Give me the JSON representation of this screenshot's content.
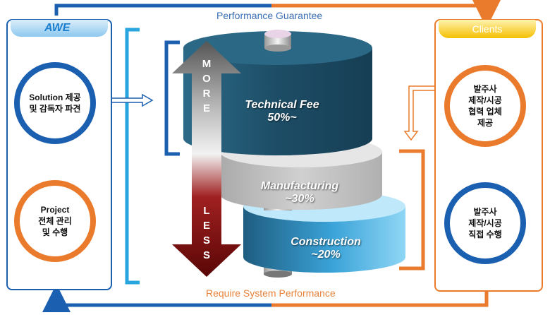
{
  "top_label": "Performance Guarantee",
  "bottom_label": "Require System Performance",
  "logo": {
    "text": "AWE"
  },
  "clients": {
    "title": "Clients"
  },
  "left_circles": [
    {
      "line1": "Solution 제공",
      "line2": "및 감독자 파견"
    },
    {
      "line1": "Project",
      "line2": "전체 관리",
      "line3": "및 수행"
    }
  ],
  "right_circles": [
    {
      "line1": "발주사",
      "line2": "제작/시공",
      "line3": "협력 업체",
      "line4": "제공"
    },
    {
      "line1": "발주사",
      "line2": "제작/시공",
      "line3": "직접 수행"
    }
  ],
  "tiers": [
    {
      "name": "Technical Fee",
      "value": "50%~"
    },
    {
      "name": "Manufacturing",
      "value": "~30%"
    },
    {
      "name": "Construction",
      "value": "~20%"
    }
  ],
  "arrow": {
    "more": [
      "M",
      "O",
      "R",
      "E"
    ],
    "less": [
      "L",
      "E",
      "S",
      "S"
    ]
  },
  "colors": {
    "blue": "#1b5fb0",
    "orange": "#ea7a2c",
    "teal": "#1e4f68",
    "gray": "#c8c8c8",
    "light_blue": "#4fb0dc",
    "dark_red": "#6e0a0a"
  }
}
